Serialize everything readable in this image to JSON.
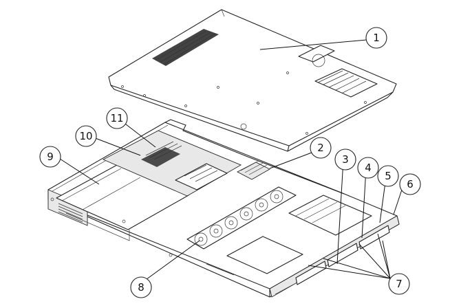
{
  "callouts": [
    {
      "id": "c1",
      "label": "1"
    },
    {
      "id": "c2",
      "label": "2"
    },
    {
      "id": "c3",
      "label": "3"
    },
    {
      "id": "c4",
      "label": "4"
    },
    {
      "id": "c5",
      "label": "5"
    },
    {
      "id": "c6",
      "label": "6"
    },
    {
      "id": "c7",
      "label": "7"
    },
    {
      "id": "c8",
      "label": "8"
    },
    {
      "id": "c9",
      "label": "9"
    },
    {
      "id": "c10",
      "label": "10"
    },
    {
      "id": "c11",
      "label": "11"
    }
  ],
  "colors": {
    "line": "#222222",
    "background": "#ffffff"
  }
}
